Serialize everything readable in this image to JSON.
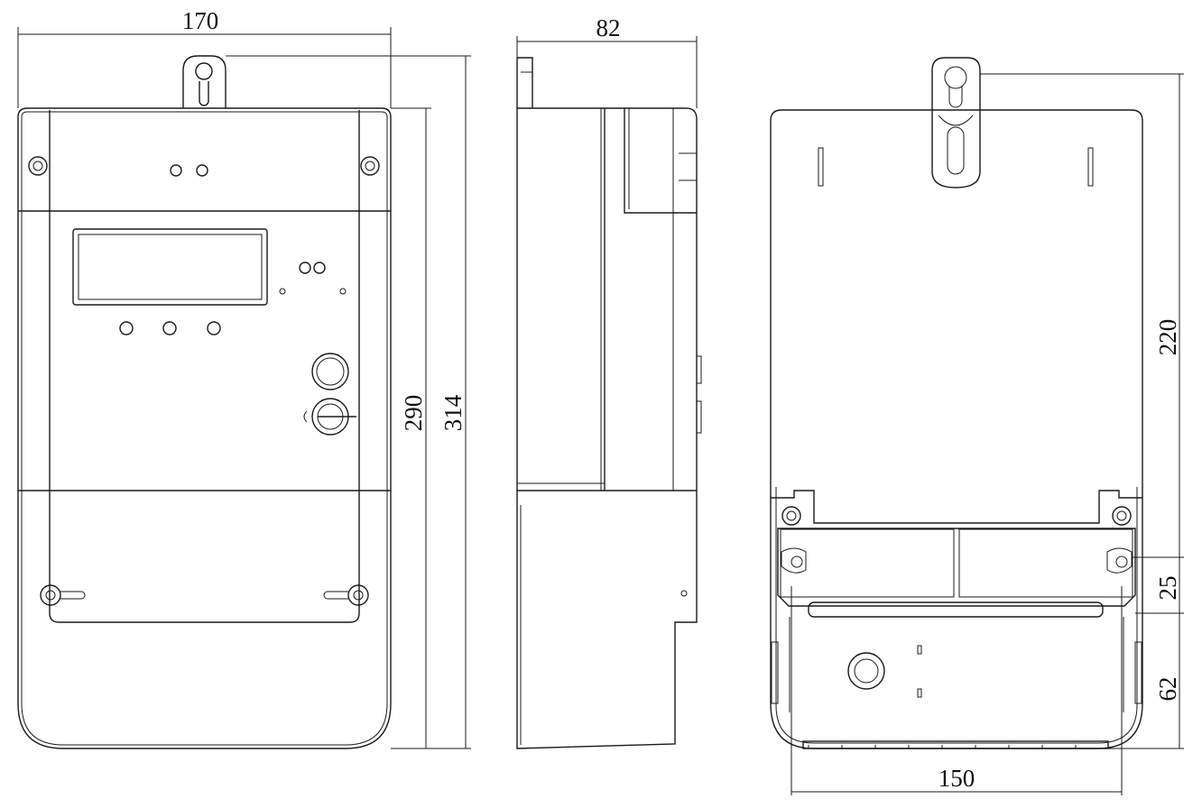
{
  "dimensions": {
    "front_width": "170",
    "front_body_height": "290",
    "front_total_height": "314",
    "side_depth": "82",
    "back_upper_height": "220",
    "back_mount_gap": "25",
    "back_terminal_height": "62",
    "back_mount_width": "150"
  },
  "views": [
    "front-view",
    "side-view",
    "rear-view"
  ]
}
